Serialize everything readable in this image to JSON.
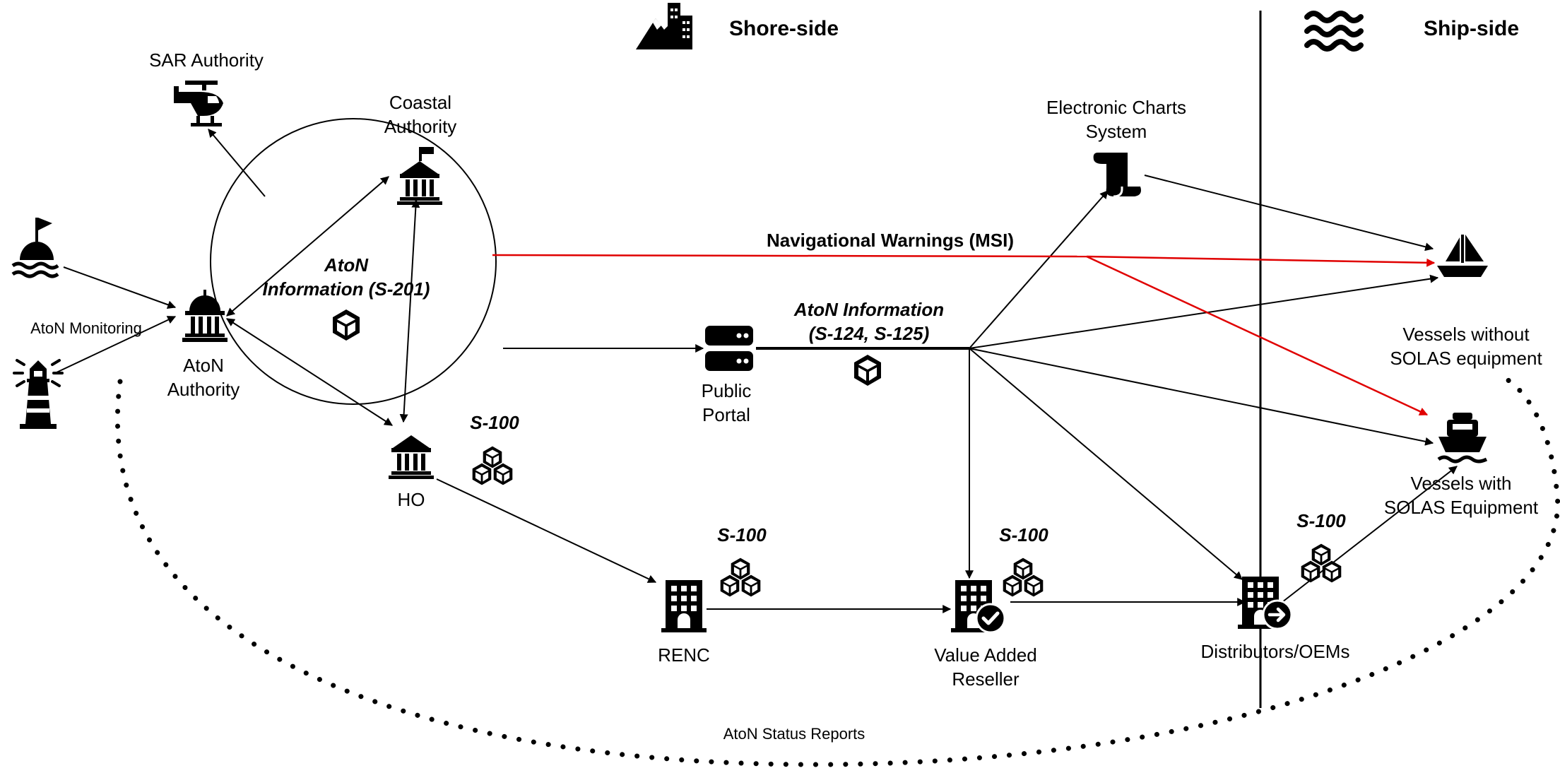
{
  "headers": {
    "shore": "Shore-side",
    "ship": "Ship-side"
  },
  "nodes": {
    "sar": "SAR Authority",
    "coastal": [
      "Coastal",
      "Authority"
    ],
    "aton_authority": [
      "AtoN",
      "Authority"
    ],
    "aton_monitoring": "AtoN Monitoring",
    "ho": "HO",
    "public_portal": [
      "Public",
      "Portal"
    ],
    "ecs": [
      "Electronic Charts",
      "System"
    ],
    "vessels_without": [
      "Vessels without",
      "SOLAS equipment"
    ],
    "vessels_with": [
      "Vessels with",
      "SOLAS Equipment"
    ],
    "renc": "RENC",
    "var": [
      "Value Added",
      "Reseller"
    ],
    "distributors": "Distributors/OEMs"
  },
  "edge_labels": {
    "s201": [
      "AtoN",
      "Information (S-201)"
    ],
    "s124": [
      "AtoN Information",
      "(S-124, S-125)"
    ],
    "msi": "Navigational Warnings (MSI)",
    "s100": "S-100",
    "status": "AtoN Status Reports"
  },
  "colors": {
    "line": "#000000",
    "warning": "#e00000"
  },
  "icons": [
    "mountain-city-icon",
    "waves-icon",
    "helicopter-icon",
    "government-building-icon",
    "buoy-icon",
    "lighthouse-icon",
    "cube-icon",
    "cubes-icon",
    "server-icon",
    "scroll-icon",
    "sailboat-icon",
    "ship-icon",
    "office-building-icon"
  ]
}
